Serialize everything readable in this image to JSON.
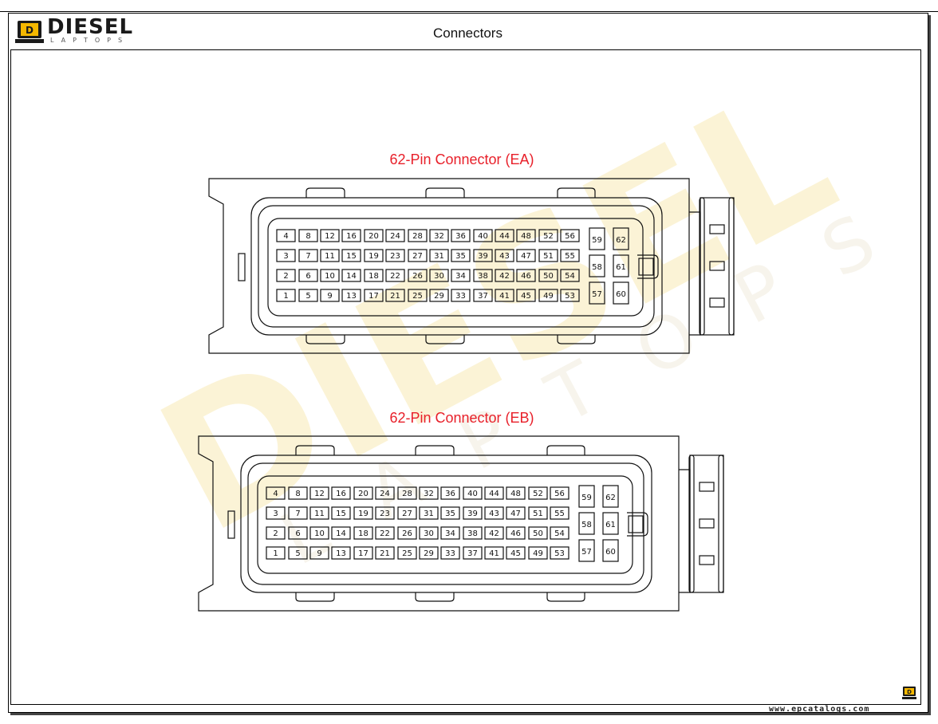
{
  "header": {
    "logo_text": "DIESEL",
    "logo_sub": "LAPTOPS",
    "title": "Connectors"
  },
  "footer": {
    "url": "www.epcatalogs.com"
  },
  "watermark": {
    "text": "DIESEL",
    "sub": "LAPTOPS"
  },
  "colors": {
    "title_red": "#e8202a",
    "badge_yellow": "#f5b800",
    "watermark": "#fbf3d6"
  },
  "connectors": [
    {
      "id": "ea",
      "title": "62-Pin Connector (EA)",
      "pin_rows": [
        [
          "4",
          "8",
          "12",
          "16",
          "20",
          "24",
          "28",
          "32",
          "36",
          "40",
          "44",
          "48",
          "52",
          "56"
        ],
        [
          "3",
          "7",
          "11",
          "15",
          "19",
          "23",
          "27",
          "31",
          "35",
          "39",
          "43",
          "47",
          "51",
          "55"
        ],
        [
          "2",
          "6",
          "10",
          "14",
          "18",
          "22",
          "26",
          "30",
          "34",
          "38",
          "42",
          "46",
          "50",
          "54"
        ],
        [
          "1",
          "5",
          "9",
          "13",
          "17",
          "21",
          "25",
          "29",
          "33",
          "37",
          "41",
          "45",
          "49",
          "53"
        ]
      ],
      "side_pins": [
        [
          "59",
          "62"
        ],
        [
          "58",
          "61"
        ],
        [
          "57",
          "60"
        ]
      ]
    },
    {
      "id": "eb",
      "title": "62-Pin Connector (EB)",
      "pin_rows": [
        [
          "4",
          "8",
          "12",
          "16",
          "20",
          "24",
          "28",
          "32",
          "36",
          "40",
          "44",
          "48",
          "52",
          "56"
        ],
        [
          "3",
          "7",
          "11",
          "15",
          "19",
          "23",
          "27",
          "31",
          "35",
          "39",
          "43",
          "47",
          "51",
          "55"
        ],
        [
          "2",
          "6",
          "10",
          "14",
          "18",
          "22",
          "26",
          "30",
          "34",
          "38",
          "42",
          "46",
          "50",
          "54"
        ],
        [
          "1",
          "5",
          "9",
          "13",
          "17",
          "21",
          "25",
          "29",
          "33",
          "37",
          "41",
          "45",
          "49",
          "53"
        ]
      ],
      "side_pins": [
        [
          "59",
          "62"
        ],
        [
          "58",
          "61"
        ],
        [
          "57",
          "60"
        ]
      ]
    }
  ]
}
